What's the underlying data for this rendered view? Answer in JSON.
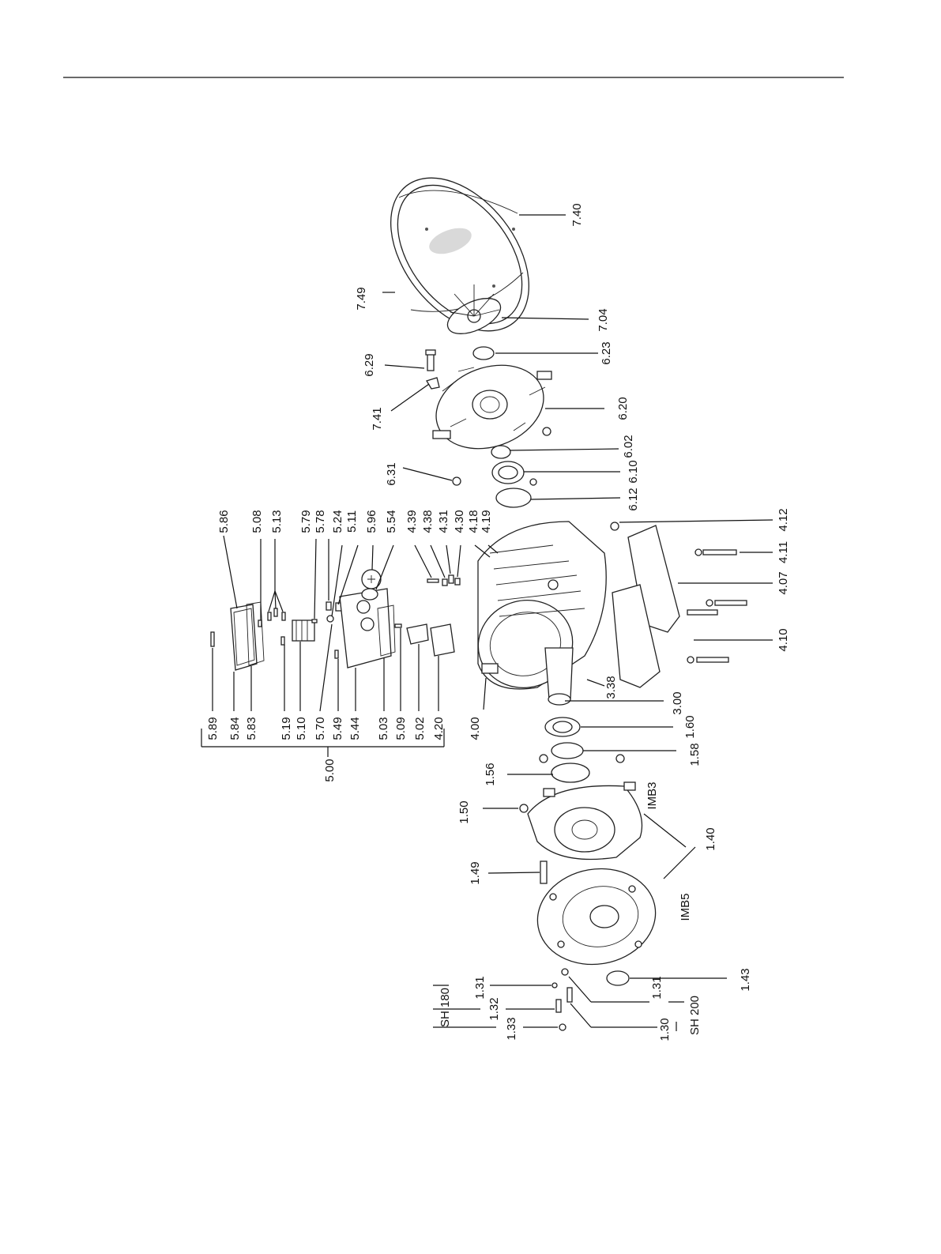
{
  "colors": {
    "line": "#111111",
    "paper": "#ffffff",
    "shade": "#d9d9d9"
  },
  "callouts": [
    {
      "id": "p-7-40",
      "text": "7.40"
    },
    {
      "id": "p-7-49",
      "text": "7.49"
    },
    {
      "id": "p-7-04",
      "text": "7.04"
    },
    {
      "id": "p-6-23",
      "text": "6.23"
    },
    {
      "id": "p-6-29",
      "text": "6.29"
    },
    {
      "id": "p-7-41",
      "text": "7.41"
    },
    {
      "id": "p-6-20",
      "text": "6.20"
    },
    {
      "id": "p-6-02",
      "text": "6.02"
    },
    {
      "id": "p-6-31",
      "text": "6.31"
    },
    {
      "id": "p-6-10",
      "text": "6.10"
    },
    {
      "id": "p-6-12",
      "text": "6.12"
    },
    {
      "id": "p-4-12",
      "text": "4.12"
    },
    {
      "id": "p-4-11",
      "text": "4.11"
    },
    {
      "id": "p-4-07",
      "text": "4.07"
    },
    {
      "id": "p-4-10",
      "text": "4.10"
    },
    {
      "id": "p-5-86",
      "text": "5.86"
    },
    {
      "id": "p-5-08",
      "text": "5.08"
    },
    {
      "id": "p-5-13",
      "text": "5.13"
    },
    {
      "id": "p-5-79",
      "text": "5.79"
    },
    {
      "id": "p-5-78",
      "text": "5.78"
    },
    {
      "id": "p-5-24",
      "text": "5.24"
    },
    {
      "id": "p-5-11",
      "text": "5.11"
    },
    {
      "id": "p-5-96",
      "text": "5.96"
    },
    {
      "id": "p-5-54",
      "text": "5.54"
    },
    {
      "id": "p-4-39",
      "text": "4.39"
    },
    {
      "id": "p-4-38",
      "text": "4.38"
    },
    {
      "id": "p-4-31",
      "text": "4.31"
    },
    {
      "id": "p-4-30",
      "text": "4.30"
    },
    {
      "id": "p-4-18",
      "text": "4.18"
    },
    {
      "id": "p-4-19",
      "text": "4.19"
    },
    {
      "id": "p-5-89",
      "text": "5.89"
    },
    {
      "id": "p-5-84",
      "text": "5.84"
    },
    {
      "id": "p-5-83",
      "text": "5.83"
    },
    {
      "id": "p-5-19",
      "text": "5.19"
    },
    {
      "id": "p-5-10",
      "text": "5.10"
    },
    {
      "id": "p-5-70",
      "text": "5.70"
    },
    {
      "id": "p-5-49",
      "text": "5.49"
    },
    {
      "id": "p-5-44",
      "text": "5.44"
    },
    {
      "id": "p-5-03",
      "text": "5.03"
    },
    {
      "id": "p-5-09",
      "text": "5.09"
    },
    {
      "id": "p-5-02",
      "text": "5.02"
    },
    {
      "id": "p-4-20",
      "text": "4.20"
    },
    {
      "id": "p-4-00",
      "text": "4.00"
    },
    {
      "id": "p-3-38",
      "text": "3.38"
    },
    {
      "id": "p-3-00",
      "text": "3.00"
    },
    {
      "id": "p-1-60",
      "text": "1.60"
    },
    {
      "id": "p-5-00",
      "text": "5.00"
    },
    {
      "id": "p-1-58",
      "text": "1.58"
    },
    {
      "id": "p-1-56",
      "text": "1.56"
    },
    {
      "id": "p-1-50",
      "text": "1.50"
    },
    {
      "id": "p-imb3",
      "text": "IMB3"
    },
    {
      "id": "p-1-40",
      "text": "1.40"
    },
    {
      "id": "p-1-49",
      "text": "1.49"
    },
    {
      "id": "p-imb5",
      "text": "IMB5"
    },
    {
      "id": "p-1-43",
      "text": "1.43"
    },
    {
      "id": "p-sh180",
      "text": "SH 180"
    },
    {
      "id": "p-1-31-a",
      "text": "1.31"
    },
    {
      "id": "p-1-32",
      "text": "1.32"
    },
    {
      "id": "p-1-33",
      "text": "1.33"
    },
    {
      "id": "p-1-31-b",
      "text": "1.31"
    },
    {
      "id": "p-sh200",
      "text": "SH 200"
    },
    {
      "id": "p-1-30",
      "text": "1.30"
    }
  ]
}
